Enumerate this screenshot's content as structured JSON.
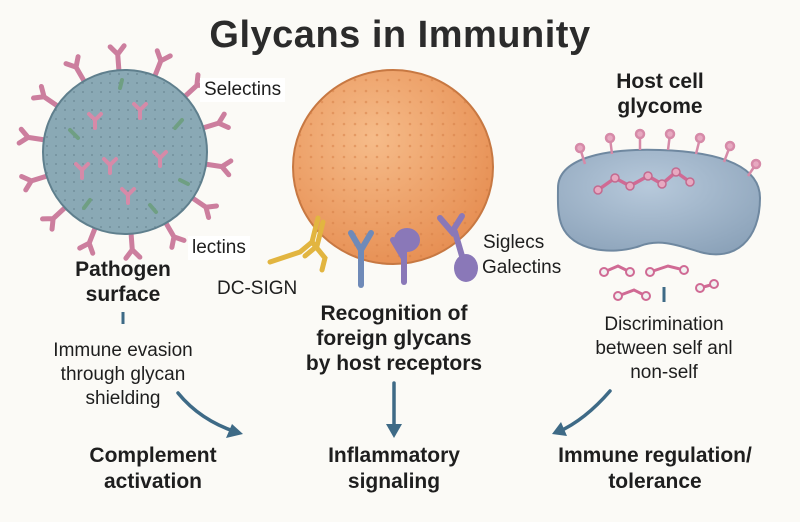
{
  "title": "Glycans in Immunity",
  "left": {
    "heading_line1": "Pathogen",
    "heading_line2": "surface",
    "note_line1": "Immune evasion",
    "note_line2": "through glycan",
    "note_line3": "shielding",
    "outcome_line1": "Complement",
    "outcome_line2": "activation"
  },
  "center": {
    "heading_line1": "Recognition of",
    "heading_line2": "foreign glycans",
    "heading_line3": "by host receptors",
    "outcome_line1": "Inflammatory",
    "outcome_line2": "signaling"
  },
  "right": {
    "heading_line1": "Host cell",
    "heading_line2": "glycome",
    "note_line1": "Discrimination",
    "note_line2": "between self anl",
    "note_line3": "non-self",
    "outcome_line1": "Immune regulation/",
    "outcome_line2": "tolerance"
  },
  "receptor_labels": {
    "selectins": "Selectins",
    "lectins": "lectins",
    "dc_sign": "DC-SIGN",
    "siglecs": "Siglecs",
    "galectins": "Galectins"
  },
  "colors": {
    "pathogen_body": "#8aa9b5",
    "glycan_pink": "#d68aa8",
    "spike_green": "#7aa88c",
    "host_cell_orange": "#f0a56a",
    "receptor_blue": "#6f8ab8",
    "receptor_purple": "#8a78b8",
    "receptor_yellow": "#e2b540",
    "host_glycome_body": "#9db3c8",
    "arrow": "#3e6a86"
  }
}
